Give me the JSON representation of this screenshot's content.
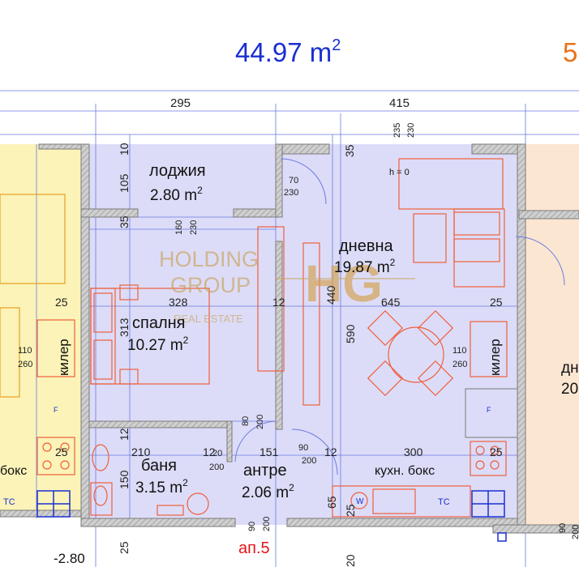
{
  "header": {
    "area": "44.97 m",
    "area_sup": "2",
    "next_unit_digit": "5"
  },
  "dims_top": {
    "d1": "295",
    "d2": "415"
  },
  "rooms": {
    "loggia": {
      "name": "лоджия",
      "area": "2.80 m",
      "sup": "2"
    },
    "living": {
      "name": "дневна",
      "area": "19.87 m",
      "sup": "2"
    },
    "bedroom": {
      "name": "спалня",
      "area": "10.27 m",
      "sup": "2"
    },
    "bathroom": {
      "name": "баня",
      "area": "3.15 m",
      "sup": "2"
    },
    "hall": {
      "name": "антре",
      "area": "2.06 m",
      "sup": "2"
    },
    "kitchen": {
      "name": "кухн. бокс"
    },
    "closet_l": {
      "name": "килер"
    },
    "closet_r": {
      "name": "килер"
    },
    "left_kitchen": {
      "name": "бокс"
    },
    "right_room": {
      "name": "дн",
      "area": "20"
    }
  },
  "labels": {
    "unit": "ап.5",
    "level": "-2.80",
    "h0": "h = 0",
    "tc_left": "TC",
    "tc_right": "TC",
    "f_left": "F",
    "f_right": "F",
    "w": "W"
  },
  "dims": {
    "v10": "10",
    "v105": "105",
    "v35a": "35",
    "v35b": "35",
    "door70": "70",
    "door230a": "230",
    "d235": "235",
    "d230": "230",
    "win160": "160",
    "win230": "230",
    "b328": "328",
    "b313": "313",
    "c12a": "12",
    "v440": "440",
    "l645": "645",
    "v25a": "25",
    "v25b": "25",
    "v590": "590",
    "k110l": "110",
    "k260l": "260",
    "k110r": "110",
    "k260r": "260",
    "d80": "80",
    "d200a": "200",
    "v12b": "12",
    "b210": "210",
    "b12c": "12",
    "b20": "20",
    "b200b": "200",
    "h151": "151",
    "h90": "90",
    "h200c": "200",
    "h12": "12",
    "k300": "300",
    "v150": "150",
    "v25c": "25",
    "v25d": "25",
    "v65": "65",
    "v25e": "25",
    "d90b": "90",
    "d200d": "200",
    "v25f": "25",
    "v20": "20",
    "r90": "90",
    "r200": "200"
  },
  "watermark": {
    "line1": "HOLDING",
    "line2": "GROUP",
    "line3": "REAL ESTATE",
    "mono": "HG"
  },
  "colors": {
    "apartment": "#dcdcf8",
    "left_unit": "#fbf3b8",
    "right_unit": "#fbe6d2",
    "area_blue": "#1b2fd0",
    "area_orange": "#e8731a",
    "red": "#e3141a",
    "dim": "#6a7ae0",
    "furniture": "#ef5f3a",
    "wall": "#7a7a7a",
    "gold": "#c9a35a"
  }
}
